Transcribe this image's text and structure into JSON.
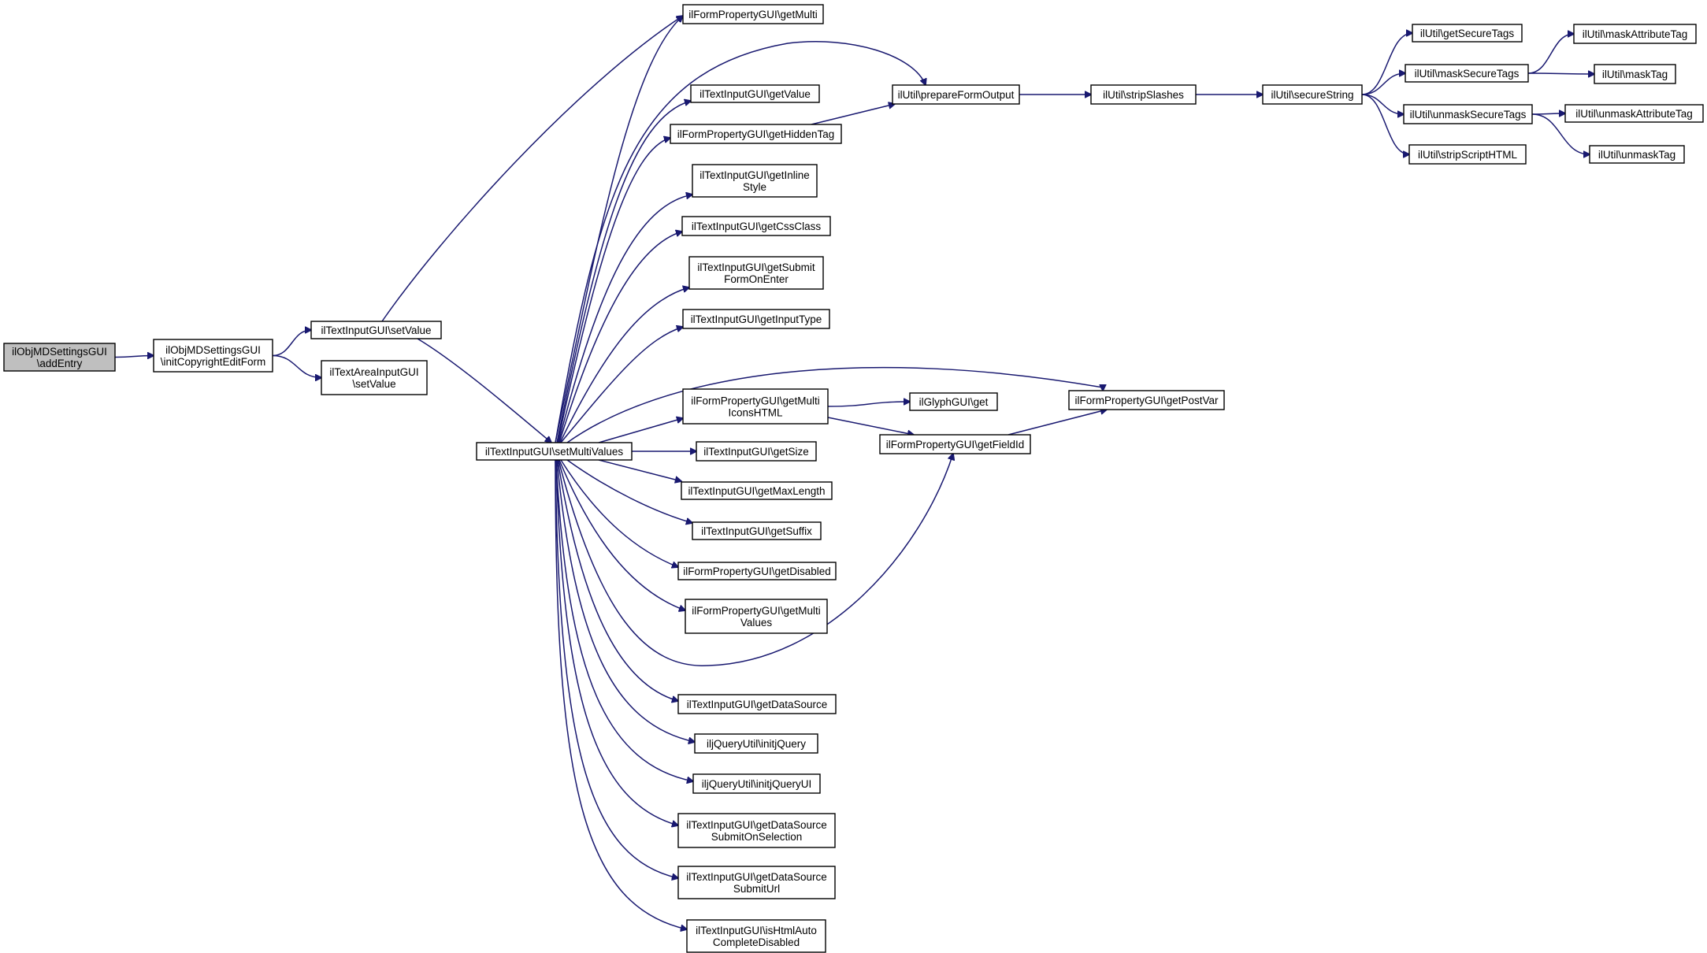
{
  "diagram": {
    "type": "call-graph",
    "colors": {
      "edge": "#191970",
      "focus_fill": "#bfbfbf",
      "node_fill": "#ffffff",
      "border": "#000000"
    },
    "nodes": [
      {
        "id": "n0",
        "lines": [
          "ilObjMDSettingsGUI",
          "\\addEntry"
        ],
        "focus": true
      },
      {
        "id": "n1",
        "lines": [
          "ilObjMDSettingsGUI",
          "\\initCopyrightEditForm"
        ]
      },
      {
        "id": "n2",
        "lines": [
          "ilTextInputGUI\\setValue"
        ]
      },
      {
        "id": "n3",
        "lines": [
          "ilTextAreaInputGUI",
          "\\setValue"
        ]
      },
      {
        "id": "n4",
        "lines": [
          "ilTextInputGUI\\setMultiValues"
        ]
      },
      {
        "id": "n5",
        "lines": [
          "ilFormPropertyGUI\\getMulti"
        ]
      },
      {
        "id": "n6",
        "lines": [
          "ilUtil\\prepareFormOutput"
        ]
      },
      {
        "id": "n7",
        "lines": [
          "ilTextInputGUI\\getValue"
        ]
      },
      {
        "id": "n8",
        "lines": [
          "ilFormPropertyGUI\\getHiddenTag"
        ]
      },
      {
        "id": "n9",
        "lines": [
          "ilTextInputGUI\\getInline",
          "Style"
        ]
      },
      {
        "id": "n10",
        "lines": [
          "ilTextInputGUI\\getCssClass"
        ]
      },
      {
        "id": "n11",
        "lines": [
          "ilTextInputGUI\\getSubmit",
          "FormOnEnter"
        ]
      },
      {
        "id": "n12",
        "lines": [
          "ilTextInputGUI\\getInputType"
        ]
      },
      {
        "id": "n13",
        "lines": [
          "ilFormPropertyGUI\\getPostVar"
        ]
      },
      {
        "id": "n14",
        "lines": [
          "ilFormPropertyGUI\\getMulti",
          "IconsHTML"
        ]
      },
      {
        "id": "n15",
        "lines": [
          "ilGlyphGUI\\get"
        ]
      },
      {
        "id": "n16",
        "lines": [
          "ilFormPropertyGUI\\getFieldId"
        ]
      },
      {
        "id": "n17",
        "lines": [
          "ilTextInputGUI\\getSize"
        ]
      },
      {
        "id": "n18",
        "lines": [
          "ilTextInputGUI\\getMaxLength"
        ]
      },
      {
        "id": "n19",
        "lines": [
          "ilTextInputGUI\\getSuffix"
        ]
      },
      {
        "id": "n20",
        "lines": [
          "ilFormPropertyGUI\\getDisabled"
        ]
      },
      {
        "id": "n21",
        "lines": [
          "ilFormPropertyGUI\\getMulti",
          "Values"
        ]
      },
      {
        "id": "n22",
        "lines": [
          "ilTextInputGUI\\getDataSource"
        ]
      },
      {
        "id": "n23",
        "lines": [
          "iljQueryUtil\\initjQuery"
        ]
      },
      {
        "id": "n24",
        "lines": [
          "iljQueryUtil\\initjQueryUI"
        ]
      },
      {
        "id": "n25",
        "lines": [
          "ilTextInputGUI\\getDataSource",
          "SubmitOnSelection"
        ]
      },
      {
        "id": "n26",
        "lines": [
          "ilTextInputGUI\\getDataSource",
          "SubmitUrl"
        ]
      },
      {
        "id": "n27",
        "lines": [
          "ilTextInputGUI\\isHtmlAuto",
          "CompleteDisabled"
        ]
      },
      {
        "id": "n28",
        "lines": [
          "ilUtil\\stripSlashes"
        ]
      },
      {
        "id": "n29",
        "lines": [
          "ilUtil\\secureString"
        ]
      },
      {
        "id": "n30",
        "lines": [
          "ilUtil\\getSecureTags"
        ]
      },
      {
        "id": "n31",
        "lines": [
          "ilUtil\\maskSecureTags"
        ]
      },
      {
        "id": "n32",
        "lines": [
          "ilUtil\\unmaskSecureTags"
        ]
      },
      {
        "id": "n33",
        "lines": [
          "ilUtil\\stripScriptHTML"
        ]
      },
      {
        "id": "n34",
        "lines": [
          "ilUtil\\maskAttributeTag"
        ]
      },
      {
        "id": "n35",
        "lines": [
          "ilUtil\\maskTag"
        ]
      },
      {
        "id": "n36",
        "lines": [
          "ilUtil\\unmaskAttributeTag"
        ]
      },
      {
        "id": "n37",
        "lines": [
          "ilUtil\\unmaskTag"
        ]
      }
    ],
    "edges": [
      [
        "n0",
        "n1"
      ],
      [
        "n1",
        "n2"
      ],
      [
        "n1",
        "n3"
      ],
      [
        "n2",
        "n4"
      ],
      [
        "n2",
        "n5"
      ],
      [
        "n4",
        "n5"
      ],
      [
        "n4",
        "n6"
      ],
      [
        "n4",
        "n7"
      ],
      [
        "n4",
        "n8"
      ],
      [
        "n4",
        "n9"
      ],
      [
        "n4",
        "n10"
      ],
      [
        "n4",
        "n11"
      ],
      [
        "n4",
        "n12"
      ],
      [
        "n4",
        "n13"
      ],
      [
        "n4",
        "n14"
      ],
      [
        "n4",
        "n17"
      ],
      [
        "n4",
        "n18"
      ],
      [
        "n4",
        "n19"
      ],
      [
        "n4",
        "n20"
      ],
      [
        "n4",
        "n21"
      ],
      [
        "n4",
        "n16"
      ],
      [
        "n4",
        "n22"
      ],
      [
        "n4",
        "n23"
      ],
      [
        "n4",
        "n24"
      ],
      [
        "n4",
        "n25"
      ],
      [
        "n4",
        "n26"
      ],
      [
        "n4",
        "n27"
      ],
      [
        "n8",
        "n6"
      ],
      [
        "n14",
        "n15"
      ],
      [
        "n14",
        "n16"
      ],
      [
        "n16",
        "n13"
      ],
      [
        "n6",
        "n28"
      ],
      [
        "n28",
        "n29"
      ],
      [
        "n29",
        "n30"
      ],
      [
        "n29",
        "n31"
      ],
      [
        "n29",
        "n32"
      ],
      [
        "n29",
        "n33"
      ],
      [
        "n31",
        "n34"
      ],
      [
        "n31",
        "n35"
      ],
      [
        "n32",
        "n36"
      ],
      [
        "n32",
        "n37"
      ]
    ]
  }
}
